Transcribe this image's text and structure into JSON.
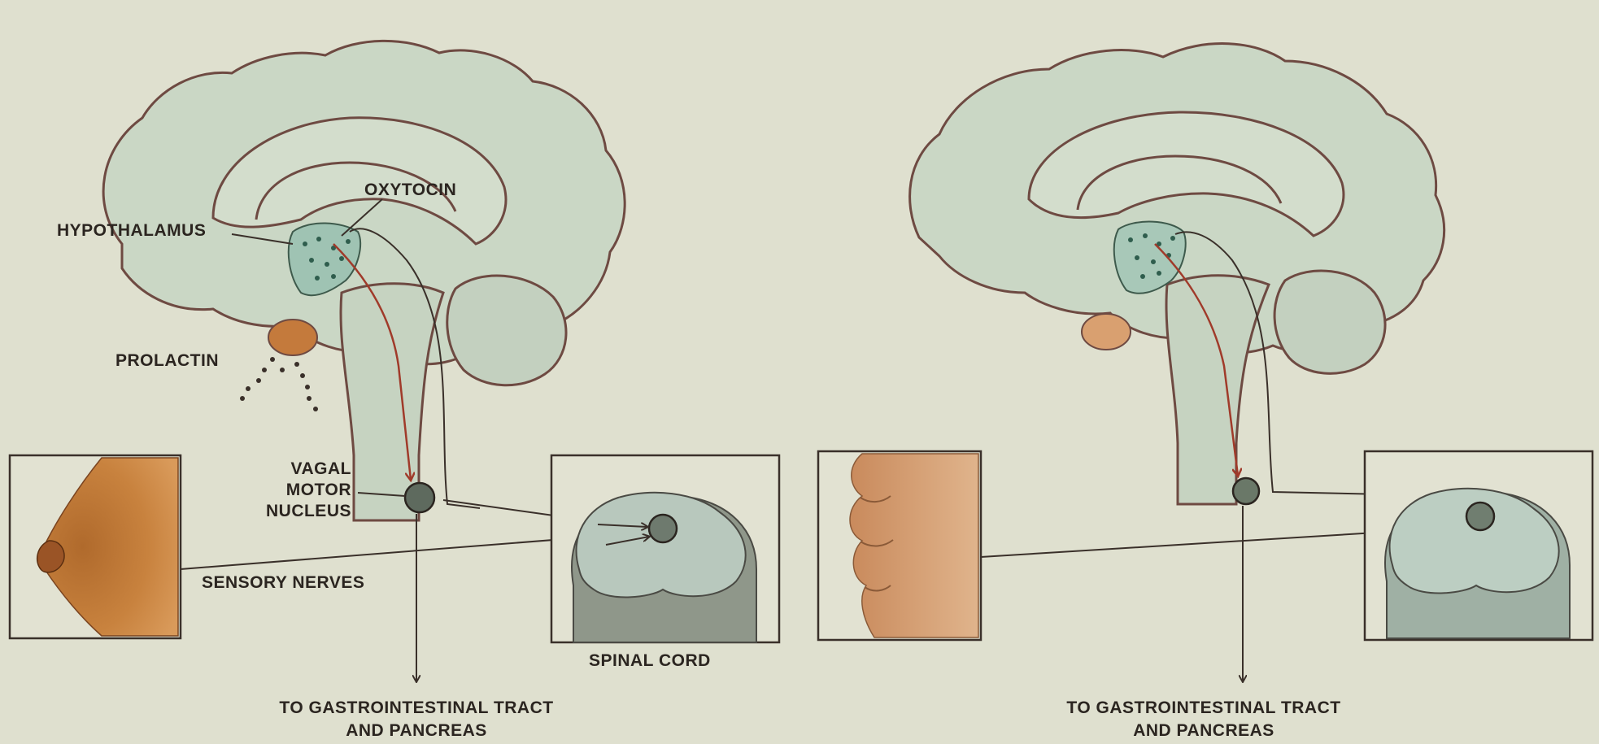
{
  "colors": {
    "background": "#dfe0cf",
    "brain_fill": "#cad7c5",
    "brain_outline": "#6e4a42",
    "oxytocin_region": "#9fc3b3",
    "pituitary_left": "#c47a3c",
    "pituitary_right": "#d9a070",
    "nipple_skin": "#c8823e",
    "lips_skin": "#d8a47a",
    "spinal_gray": "#9aa89c",
    "nerve_red": "#a03a2a",
    "line_dark": "#3a302a"
  },
  "icons": [
    "brain-left",
    "brain-right",
    "nipple-inset",
    "lips-inset",
    "spinal-cord-inset-left",
    "spinal-cord-inset-right"
  ],
  "left_panel": {
    "labels": {
      "oxytocin": "OXYTOCIN",
      "hypothalamus": "HYPOTHALAMUS",
      "prolactin": "PROLACTIN",
      "vagal_1": "VAGAL",
      "vagal_2": "MOTOR",
      "vagal_3": "NUCLEUS",
      "sensory": "SENSORY NERVES",
      "spinal": "SPINAL CORD",
      "gi_1": "TO GASTROINTESTINAL TRACT",
      "gi_2": "AND PANCREAS"
    }
  },
  "right_panel": {
    "labels": {
      "gi_1": "TO GASTROINTESTINAL TRACT",
      "gi_2": "AND PANCREAS"
    }
  }
}
